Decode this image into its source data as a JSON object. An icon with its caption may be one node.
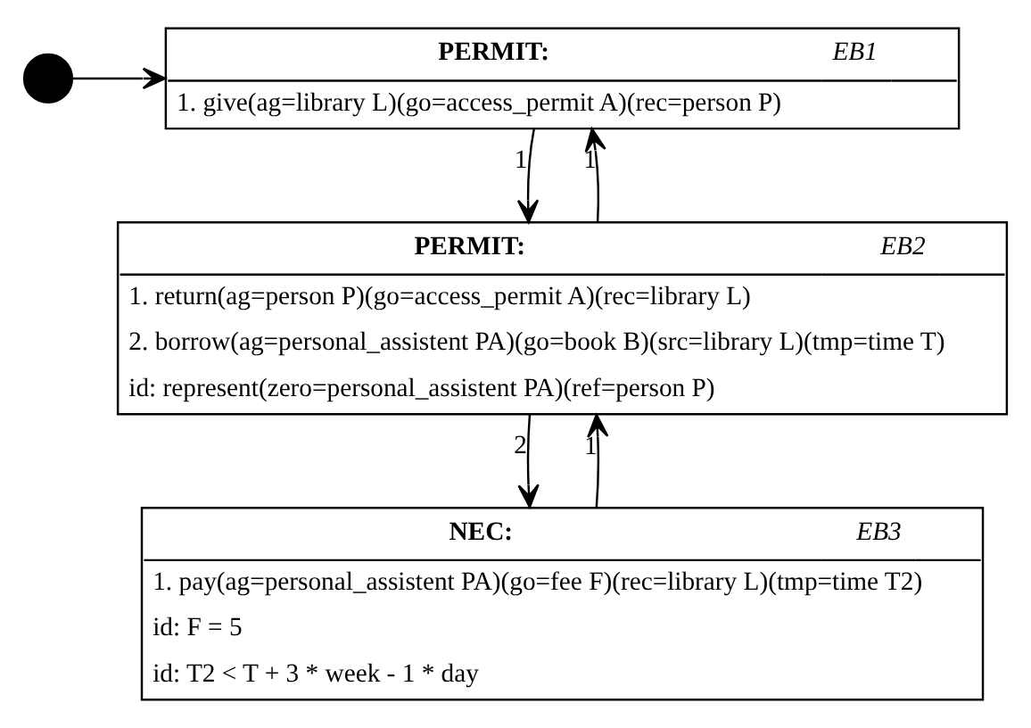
{
  "diagram": {
    "nodes": [
      {
        "text": [],
        "shape": "circle"
      },
      {
        "text": [
          "PERMIT:",
          "EB1",
          "1. give(ag=library L)(go=access_permit A)(rec=person P)"
        ]
      },
      {
        "text": [
          "PERMIT:",
          "EB2",
          "1. return(ag=person P)(go=access_permit A)(rec=library L)",
          "2. borrow(ag=personal_assistent PA)(go=book B)(src=library L)(tmp=time T)",
          "id: represent(zero=personal_assistent PA)(ref=person P)"
        ]
      },
      {
        "text": [
          "NEC:",
          "EB3",
          "1. pay(ag=personal_assistent PA)(go=fee F)(rec=library L)(tmp=time T2)",
          "id: F = 5",
          "id: T2 < T + 3 * week - 1 * day"
        ]
      }
    ],
    "edges": [
      {
        "from": 0,
        "to": 1,
        "arrow": "to"
      },
      {
        "from": 1,
        "to": 2,
        "arrow": "to",
        "label": "1"
      },
      {
        "from": 2,
        "to": 1,
        "arrow": "to",
        "label": "1"
      },
      {
        "from": 2,
        "to": 3,
        "arrow": "to",
        "label": "2"
      },
      {
        "from": 3,
        "to": 2,
        "arrow": "to",
        "label": "1"
      }
    ]
  }
}
